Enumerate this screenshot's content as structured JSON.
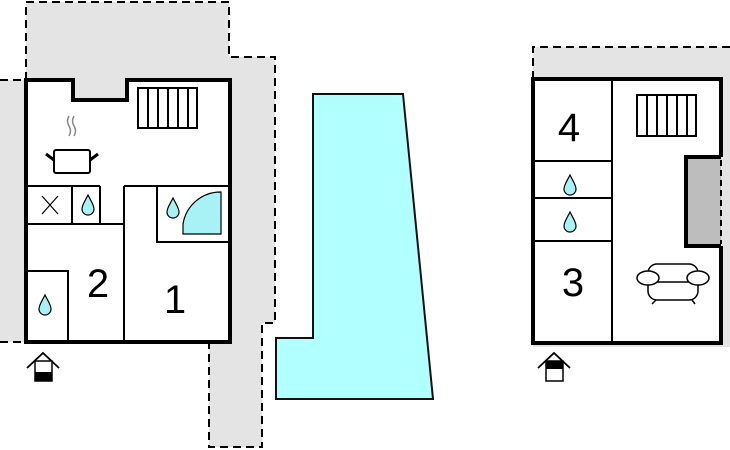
{
  "title": "Floor plan",
  "colors": {
    "pool": "#b2ffff",
    "water": "#a8f2f5",
    "outdoor_area": "#e4e4e4",
    "chimney": "#bdbdbd",
    "wall": "#000000"
  },
  "left_building": {
    "rooms": [
      {
        "label": "2",
        "type": "bedroom"
      },
      {
        "label": "1",
        "type": "bedroom"
      }
    ],
    "icons": [
      "stairs-icon",
      "stove-pot-icon",
      "water-drop-icon",
      "shower-icon",
      "entrance-icon",
      "x-mark-icon"
    ]
  },
  "pool": {
    "type": "swimming-pool"
  },
  "right_building": {
    "rooms": [
      {
        "label": "4",
        "type": "bedroom"
      },
      {
        "label": "3",
        "type": "bedroom"
      }
    ],
    "icons": [
      "stairs-icon",
      "sofa-icon",
      "water-drop-icon",
      "fireplace-icon",
      "entrance-icon"
    ]
  }
}
